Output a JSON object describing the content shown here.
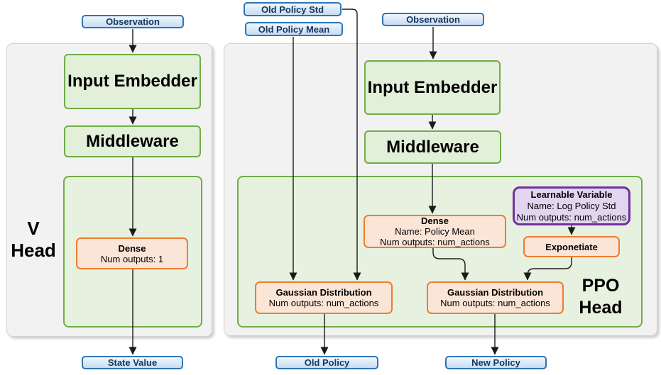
{
  "diagram": {
    "v_head": {
      "label_line1": "V",
      "label_line2": "Head",
      "observation": "Observation",
      "input_embedder": "Input Embedder",
      "middleware": "Middleware",
      "dense": {
        "title": "Dense",
        "line2": "Num outputs: 1"
      },
      "state_value": "State Value"
    },
    "ppo_head": {
      "label_line1": "PPO",
      "label_line2": "Head",
      "old_policy_std": "Old Policy Std",
      "old_policy_mean": "Old Policy Mean",
      "observation": "Observation",
      "input_embedder": "Input Embedder",
      "middleware": "Middleware",
      "dense": {
        "title": "Dense",
        "line2": "Name: Policy Mean",
        "line3": "Num outputs: num_actions"
      },
      "learnable_variable": {
        "title": "Learnable Variable",
        "line2": "Name: Log Policy Std",
        "line3": "Num outputs: num_actions"
      },
      "exponetiate": "Exponetiate",
      "gaussian_distribution_old": {
        "title": "Gaussian Distribution",
        "line2": "Num outputs: num_actions"
      },
      "gaussian_distribution_new": {
        "title": "Gaussian Distribution",
        "line2": "Num outputs: num_actions"
      },
      "old_policy": "Old Policy",
      "new_policy": "New Policy"
    },
    "colors": {
      "blue_border": "#2e75b6",
      "blue_fill": "#d9e8f7",
      "blue_text": "#17365d",
      "green_border": "#70ad47",
      "green_fill": "#e2efd9",
      "orange_border": "#ed7d31",
      "orange_fill": "#fbe5d6",
      "purple_border": "#7030a0",
      "purple_fill": "#e2d5f0",
      "panel_fill": "#f2f2f2",
      "arrow": "#1a1a1a"
    }
  }
}
